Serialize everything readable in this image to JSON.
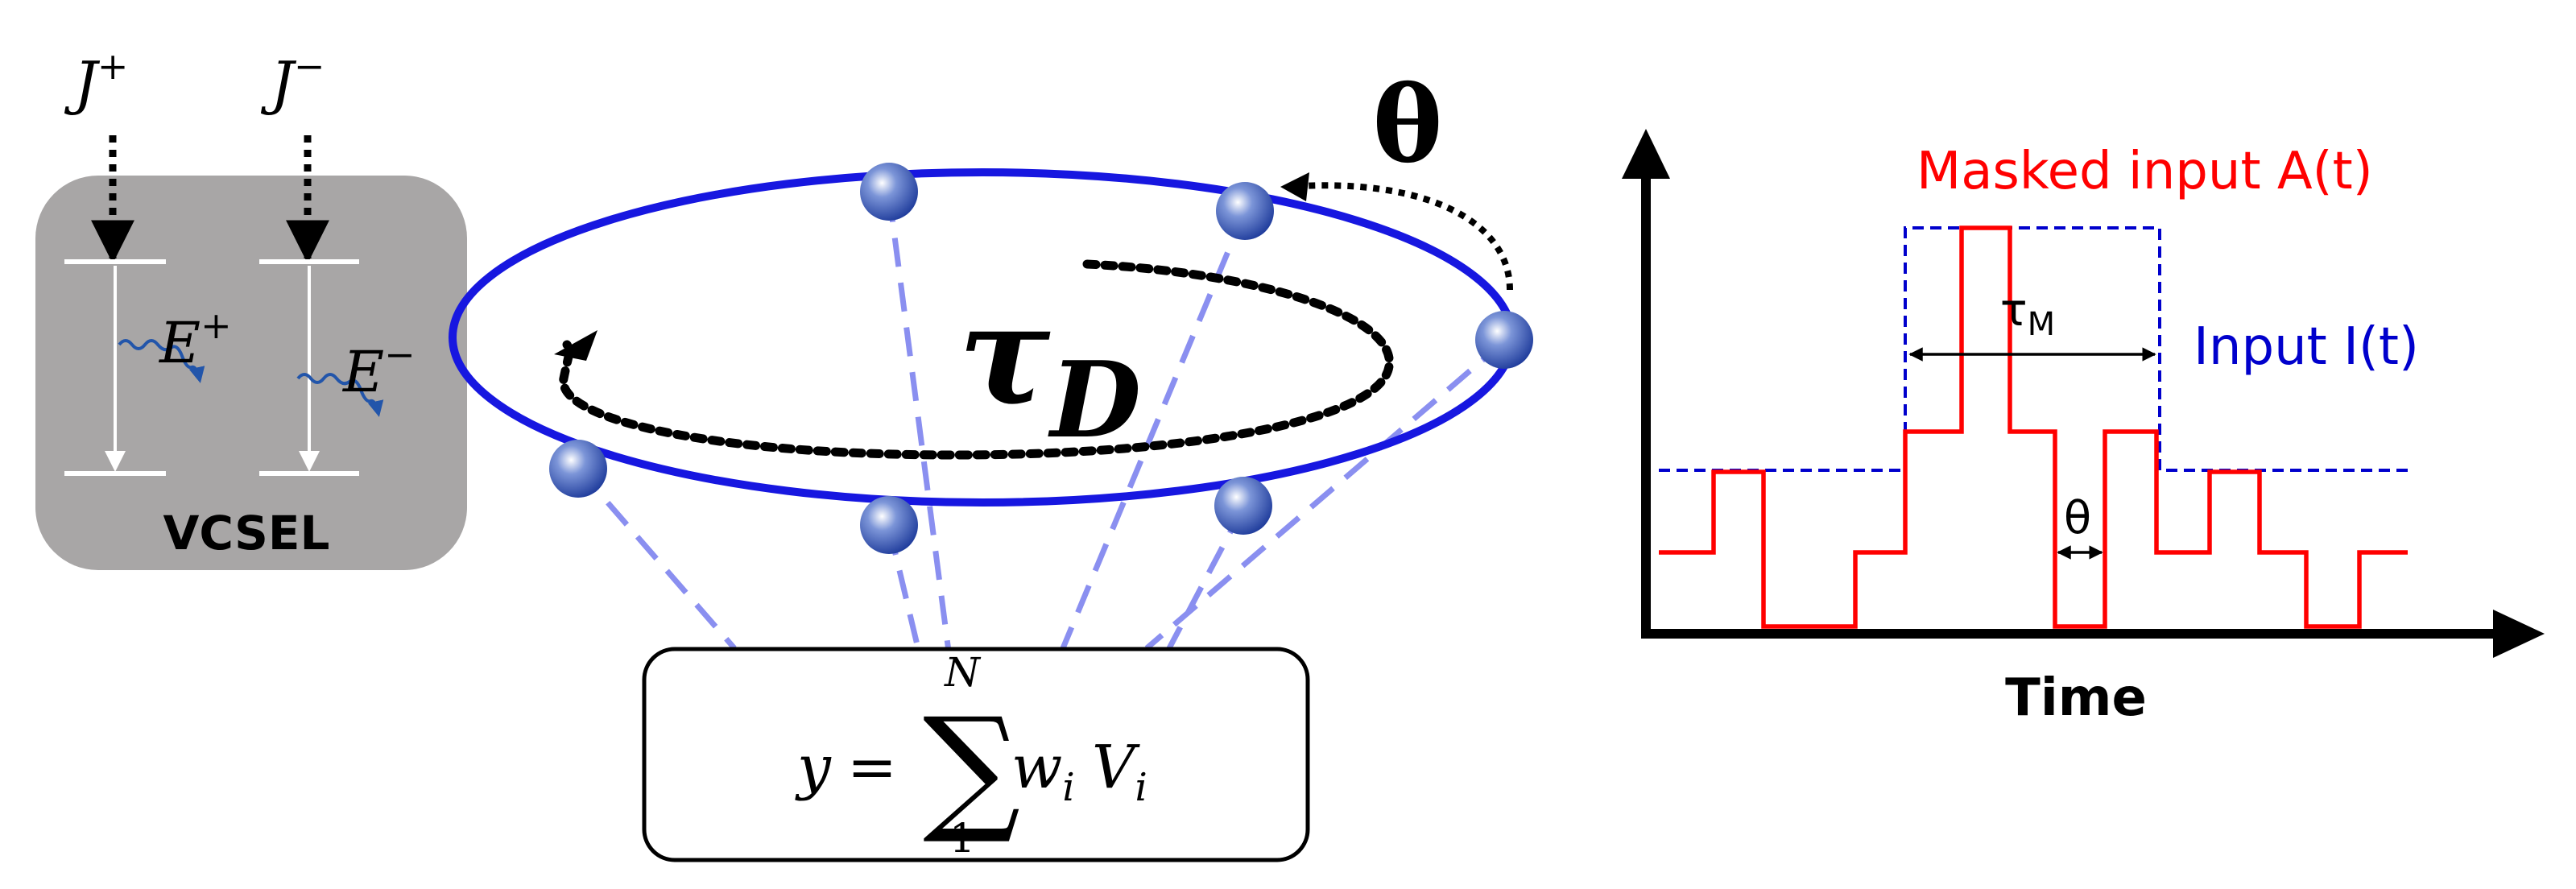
{
  "vcsel": {
    "label": "VCSEL",
    "pump_plus": "J",
    "pump_plus_sup": "+",
    "pump_minus": "J",
    "pump_minus_sup": "−",
    "field_plus": "E",
    "field_plus_sup": "+",
    "field_minus": "E",
    "field_minus_sup": "−"
  },
  "reservoir": {
    "delay_symbol": "τ",
    "delay_sub": "D",
    "node_separation": "θ"
  },
  "readout": {
    "y": "y",
    "equals": "=",
    "sum_upper": "N",
    "sum_lower": "1",
    "weight": "w",
    "weight_sub": "i",
    "state": "V",
    "state_sub": "i"
  },
  "timing_plot": {
    "masked_input_label": "Masked input A(t)",
    "input_label": "Input I(t)",
    "mask_period": "τ",
    "mask_period_sub": "M",
    "node_duration": "θ",
    "xlabel": "Time"
  },
  "colors": {
    "ring": "#1717e0",
    "node": "#3b5fc8",
    "readout_line": "#8a8ff0",
    "masked_input": "#ff0000",
    "input": "#0000cc",
    "vcsel_box": "#a8a6a6",
    "photon": "#2255aa"
  }
}
